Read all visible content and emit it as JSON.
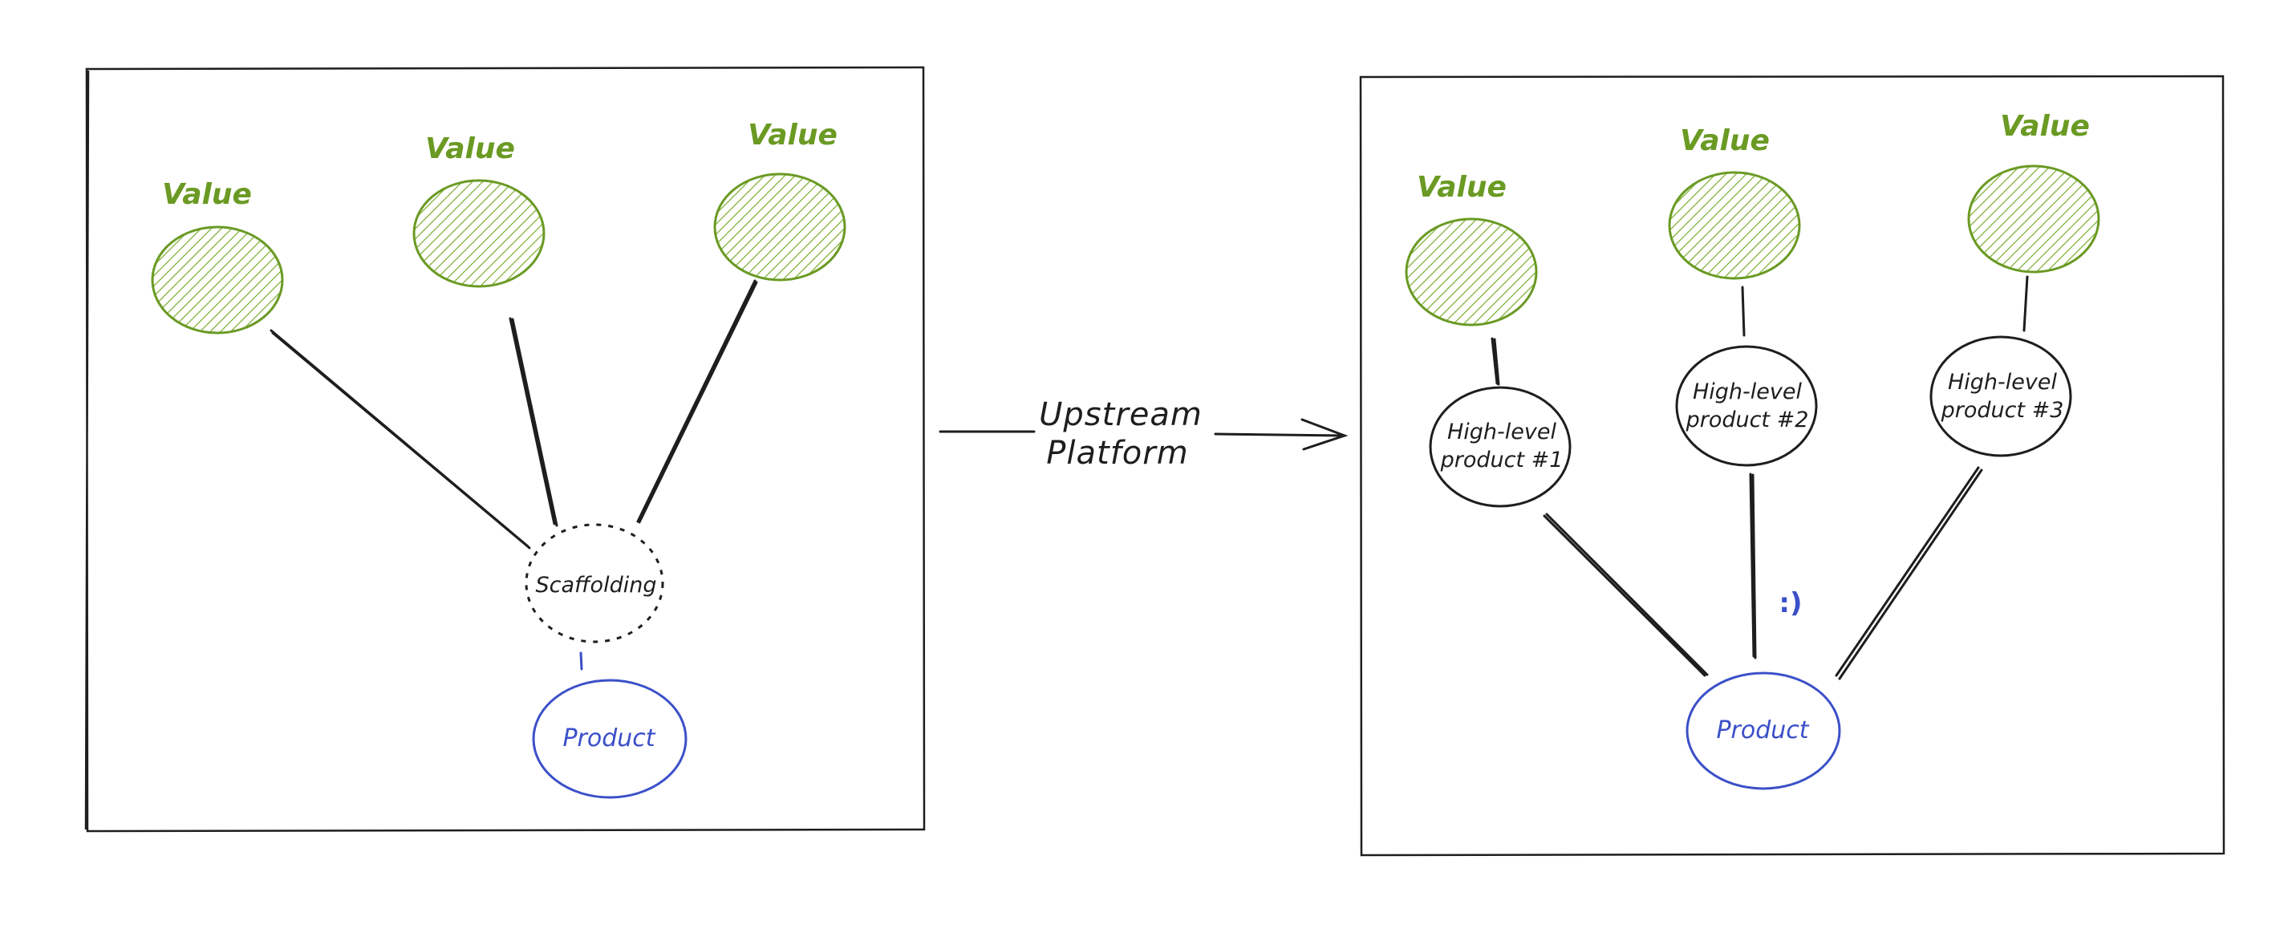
{
  "colors": {
    "value_green": "#6a9a23",
    "product_blue": "#3b50c8",
    "ink": "#1e1e1e"
  },
  "left_panel": {
    "values": [
      {
        "label": "Value"
      },
      {
        "label": "Value"
      },
      {
        "label": "Value"
      }
    ],
    "scaffolding": {
      "label": "Scaffolding"
    },
    "product": {
      "label": "Product"
    }
  },
  "arrow": {
    "label_line1": "Upstream",
    "label_line2": "Platform"
  },
  "right_panel": {
    "values": [
      {
        "label": "Value"
      },
      {
        "label": "Value"
      },
      {
        "label": "Value"
      }
    ],
    "products": [
      {
        "line1": "High-level",
        "line2": "product #1"
      },
      {
        "line1": "High-level",
        "line2": "product #2"
      },
      {
        "line1": "High-level",
        "line2": "product #3"
      }
    ],
    "smiley": ":)",
    "product": {
      "label": "Product"
    }
  }
}
